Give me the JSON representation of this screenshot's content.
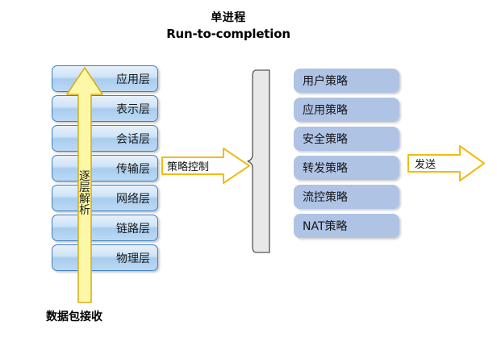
{
  "title": {
    "line1": "单进程",
    "line2": "Run-to-completion"
  },
  "osi_stack": {
    "name": "osi-layer-stack",
    "layers": [
      {
        "label": "应用层"
      },
      {
        "label": "表示层"
      },
      {
        "label": "会话层"
      },
      {
        "label": "传输层"
      },
      {
        "label": "网络层"
      },
      {
        "label": "链路层"
      },
      {
        "label": "物理层"
      }
    ]
  },
  "vertical_arrow": {
    "label_chars": [
      "逐",
      "层",
      "解",
      "析"
    ],
    "label": "逐层解析",
    "direction": "up",
    "fill_color": "#fdf8a8",
    "border_color": "#d6b11e"
  },
  "bottom_caption": {
    "label": "数据包接收"
  },
  "middle_arrow": {
    "label": "策略控制",
    "direction": "right",
    "fill_color": "#ffffff",
    "border_color": "#f0bc14"
  },
  "brace": {
    "name": "left-curly-brace",
    "fill_color": "#e8e8e8",
    "border_color": "#555555"
  },
  "policy_list": {
    "name": "policy-stack",
    "box_color": "#afc3e5",
    "items": [
      {
        "label": "用户策略"
      },
      {
        "label": "应用策略"
      },
      {
        "label": "安全策略"
      },
      {
        "label": "转发策略"
      },
      {
        "label": "流控策略"
      },
      {
        "label": "NAT策略"
      }
    ]
  },
  "right_arrow": {
    "label": "发送",
    "direction": "right",
    "fill_color": "#ffffff",
    "border_color": "#f0bc14"
  },
  "colors": {
    "layer_border": "#3e7fc1",
    "layer_fill_top": "#e6f1fb",
    "layer_fill_bottom": "#bcd9f4",
    "policy_fill": "#afc3e5",
    "arrow_yellow_fill": "#fdf8a8",
    "arrow_gold_border": "#d6b11e",
    "background": "#ffffff"
  }
}
